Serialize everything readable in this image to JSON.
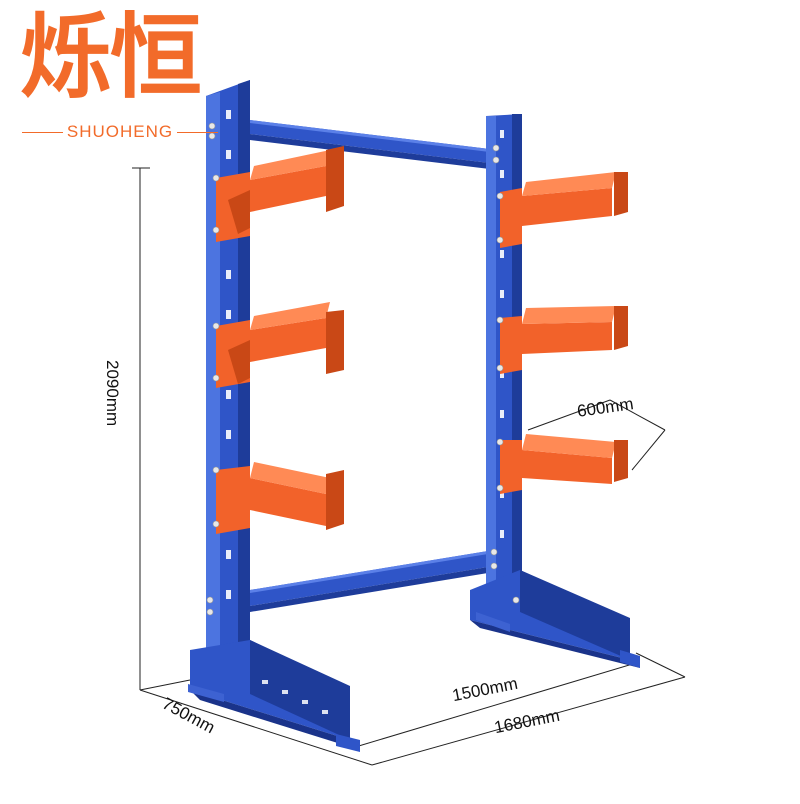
{
  "brand": {
    "name_cn": "烁恒",
    "name_en": "SHUOHENG",
    "color": "#F26B2A"
  },
  "dimensions": {
    "height": "2090mm",
    "arm_length": "600mm",
    "inner_width": "1500mm",
    "outer_width": "1680mm",
    "depth": "750mm"
  },
  "colors": {
    "frame_blue": "#2F55C8",
    "frame_blue_dark": "#1E3C9A",
    "frame_blue_light": "#4C74E0",
    "arm_orange": "#F2622A",
    "arm_orange_dark": "#C94816",
    "arm_orange_light": "#FF8A55",
    "bolt": "#E8E8E8",
    "dimension_line": "#222222"
  },
  "icons": [
    "cantilever-rack-illustration"
  ]
}
